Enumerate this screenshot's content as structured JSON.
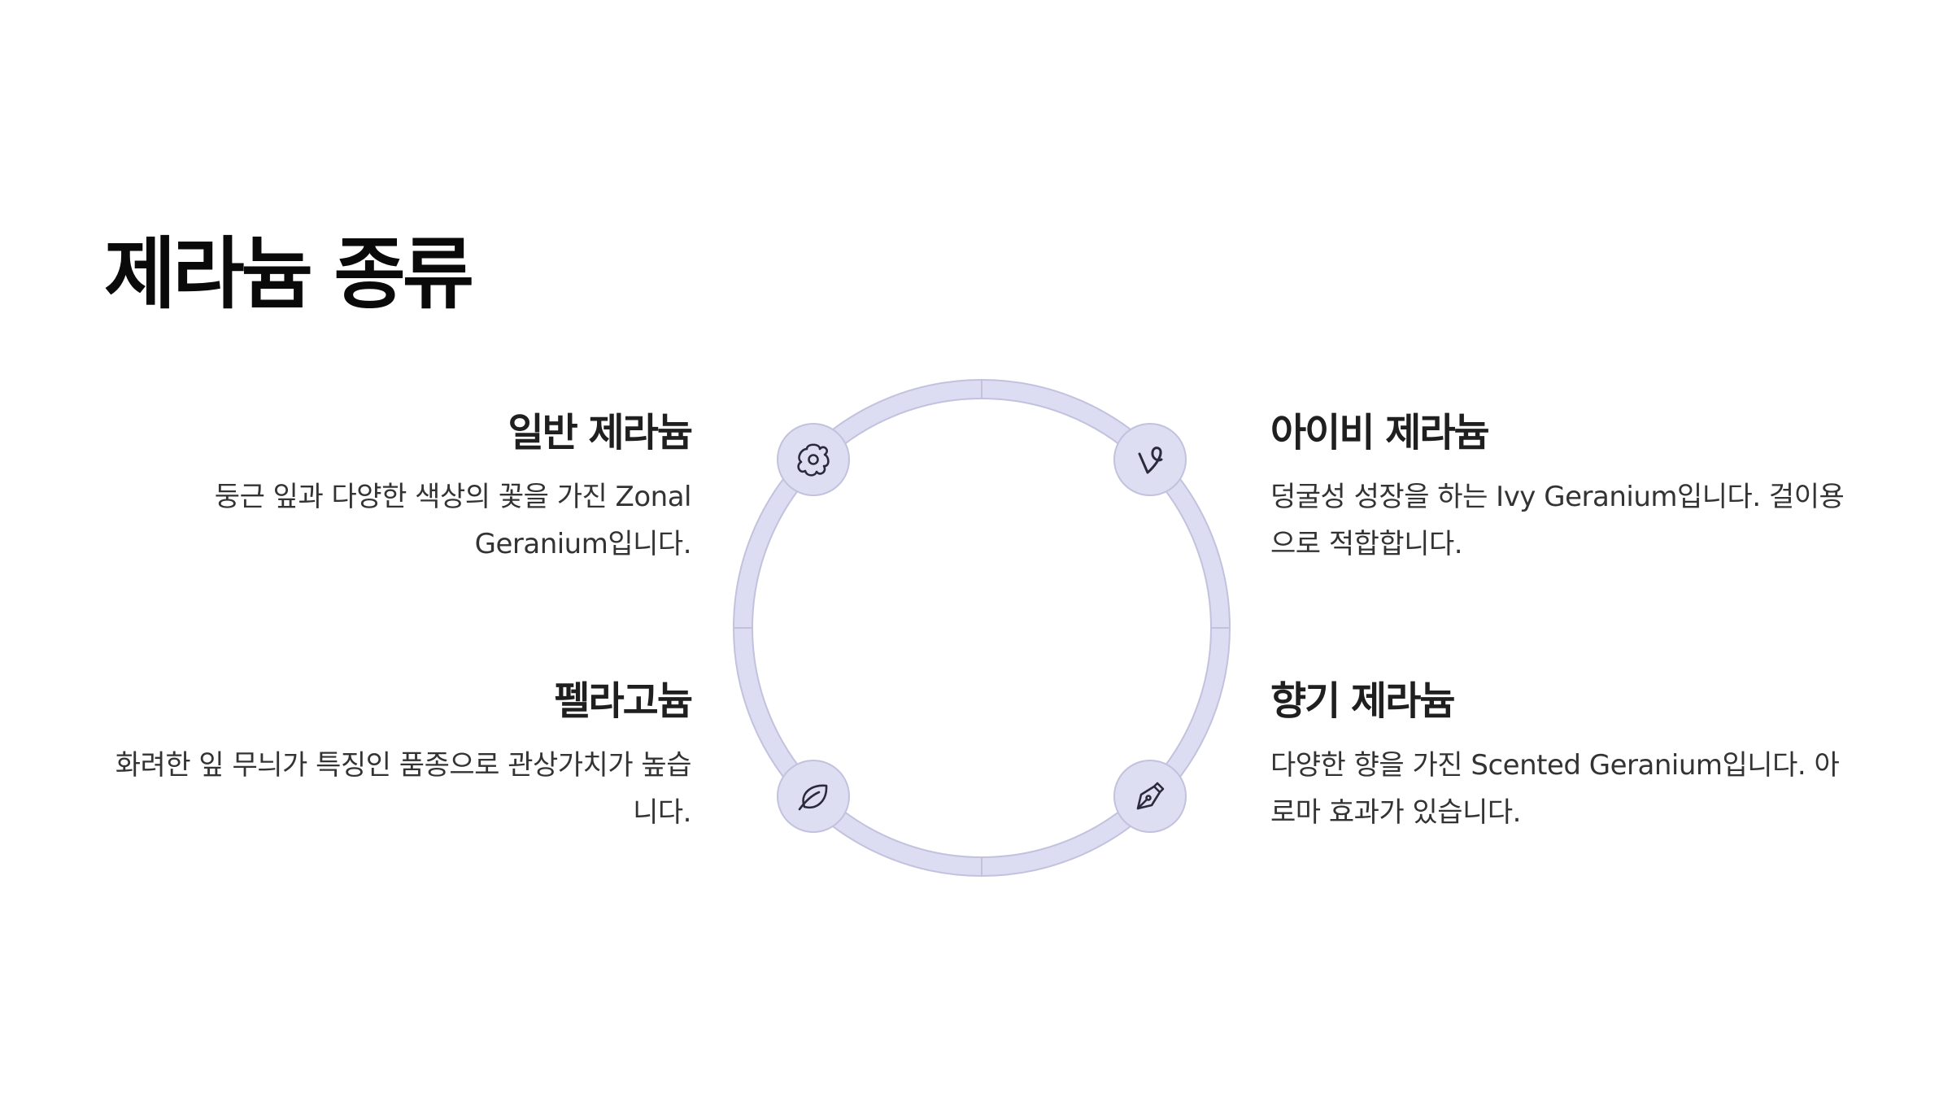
{
  "title": "제라늄 종류",
  "items": [
    {
      "title": "일반 제라늄",
      "description": "둥근 잎과 다양한 색상의 꽃을 가진 Zonal Geranium입니다.",
      "icon": "flower-icon"
    },
    {
      "title": "아이비 제라늄",
      "description": "덩굴성 성장을 하는 Ivy Geranium입니다. 걸이용으로 적합합니다.",
      "icon": "vine-icon"
    },
    {
      "title": "펠라고늄",
      "description": "화려한 잎 무늬가 특징인 품종으로 관상가치가 높습니다.",
      "icon": "leaf-icon"
    },
    {
      "title": "향기 제라늄",
      "description": "다양한 향을 가진 Scented Geranium입니다. 아로마 효과가 있습니다.",
      "icon": "pen-icon"
    }
  ],
  "colors": {
    "ring": "#dcdcf2",
    "ring_stroke": "#c2c2de",
    "icon_bg": "#dedef3",
    "icon_line": "#2a2a3a"
  }
}
